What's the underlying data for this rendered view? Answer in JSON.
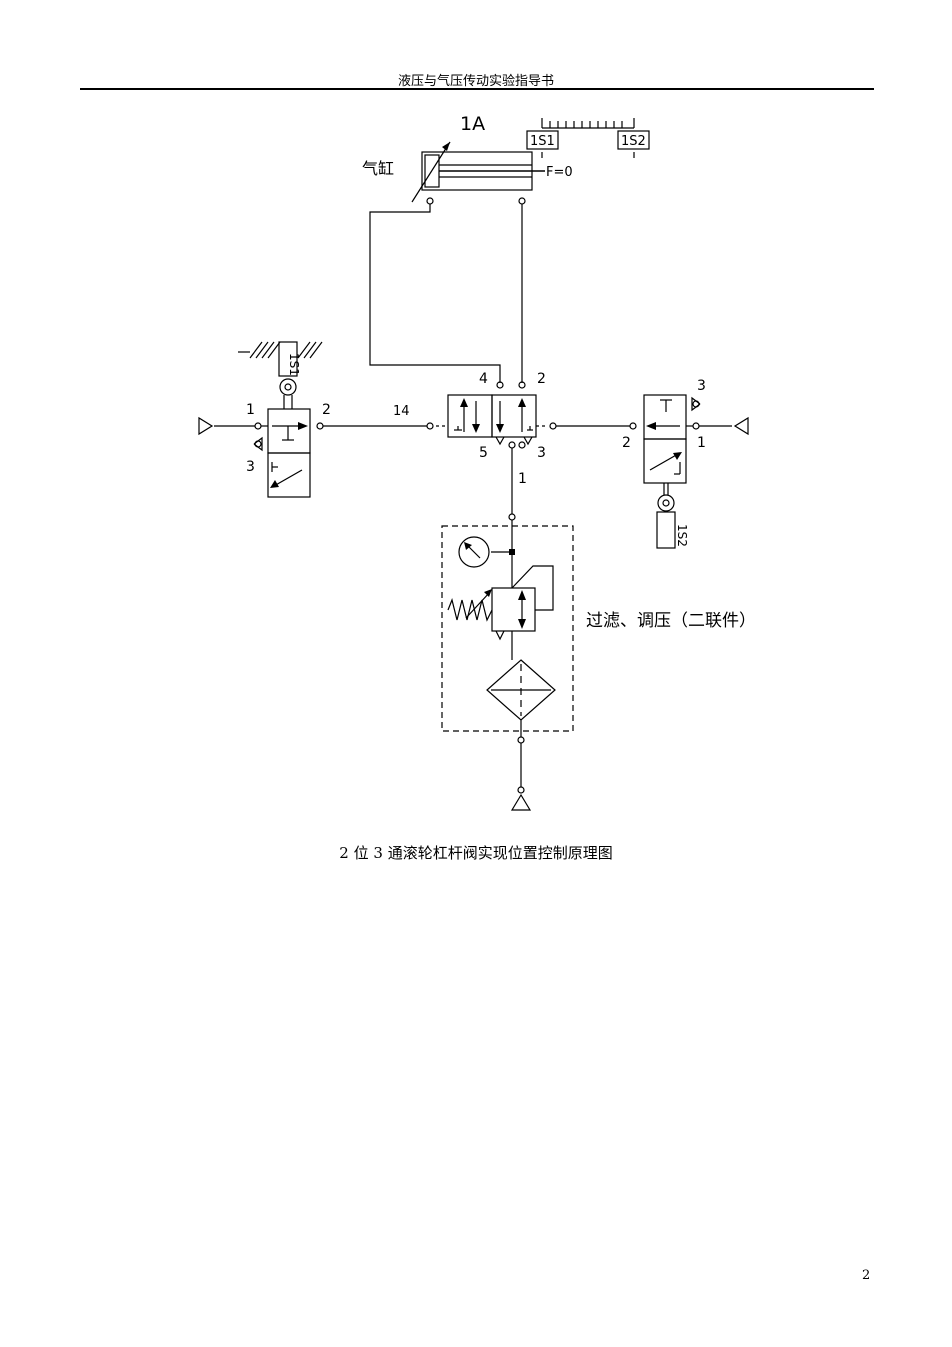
{
  "header": {
    "title": "液压与气压传动实验指导书"
  },
  "diagram": {
    "actuator": {
      "id": "1A",
      "name": "气缸",
      "force_label": "F=0"
    },
    "scale": {
      "sensor_1": "1S1",
      "sensor_2": "1S2"
    },
    "main_valve": {
      "port_4": "4",
      "port_2": "2",
      "port_14": "14",
      "port_5": "5",
      "port_3": "3",
      "port_1": "1"
    },
    "left_valve": {
      "sensor": "1S1",
      "port_1": "1",
      "port_2": "2",
      "port_3": "3"
    },
    "right_valve": {
      "sensor": "1S2",
      "port_1": "1",
      "port_2": "2",
      "port_3": "3"
    },
    "service_unit": {
      "label": "过滤、调压（二联件）"
    }
  },
  "caption": "2 位 3 通滚轮杠杆阀实现位置控制原理图",
  "page_number": "2"
}
